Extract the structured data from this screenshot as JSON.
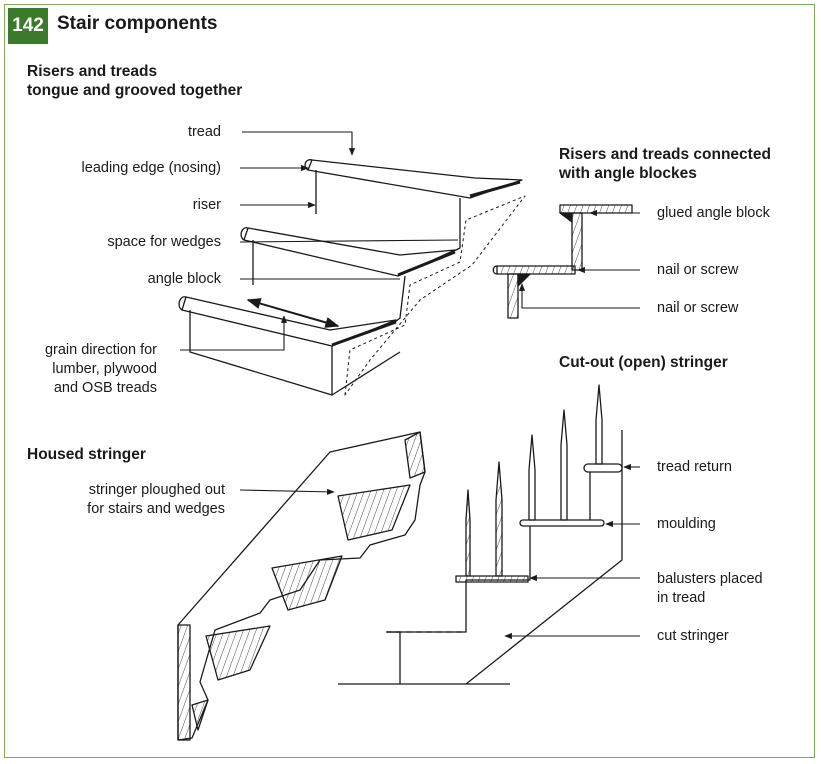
{
  "header": {
    "page_number": "142",
    "title": "Stair components"
  },
  "sections": {
    "tongue_groove": {
      "title": "Risers and treads\ntongue and grooved together",
      "labels": {
        "tread": "tread",
        "nosing": "leading edge (nosing)",
        "riser": "riser",
        "wedges": "space for wedges",
        "angle_block": "angle block",
        "grain": "grain direction for\nlumber, plywood\nand OSB treads"
      }
    },
    "angle_blocks": {
      "title": "Risers and treads connected\nwith angle blockes",
      "labels": {
        "glued_block": "glued angle block",
        "nail1": "nail or screw",
        "nail2": "nail or screw"
      }
    },
    "housed": {
      "title": "Housed stringer",
      "labels": {
        "ploughed": "stringer ploughed out\nfor stairs and wedges"
      }
    },
    "cutout": {
      "title": "Cut-out (open) stringer",
      "labels": {
        "tread_return": "tread return",
        "moulding": "moulding",
        "balusters": "balusters placed\nin tread",
        "cut_stringer": "cut stringer"
      }
    }
  },
  "colors": {
    "accent": "#3b7a2a",
    "frame": "#7fa85a",
    "ink": "#1a1a1a"
  }
}
